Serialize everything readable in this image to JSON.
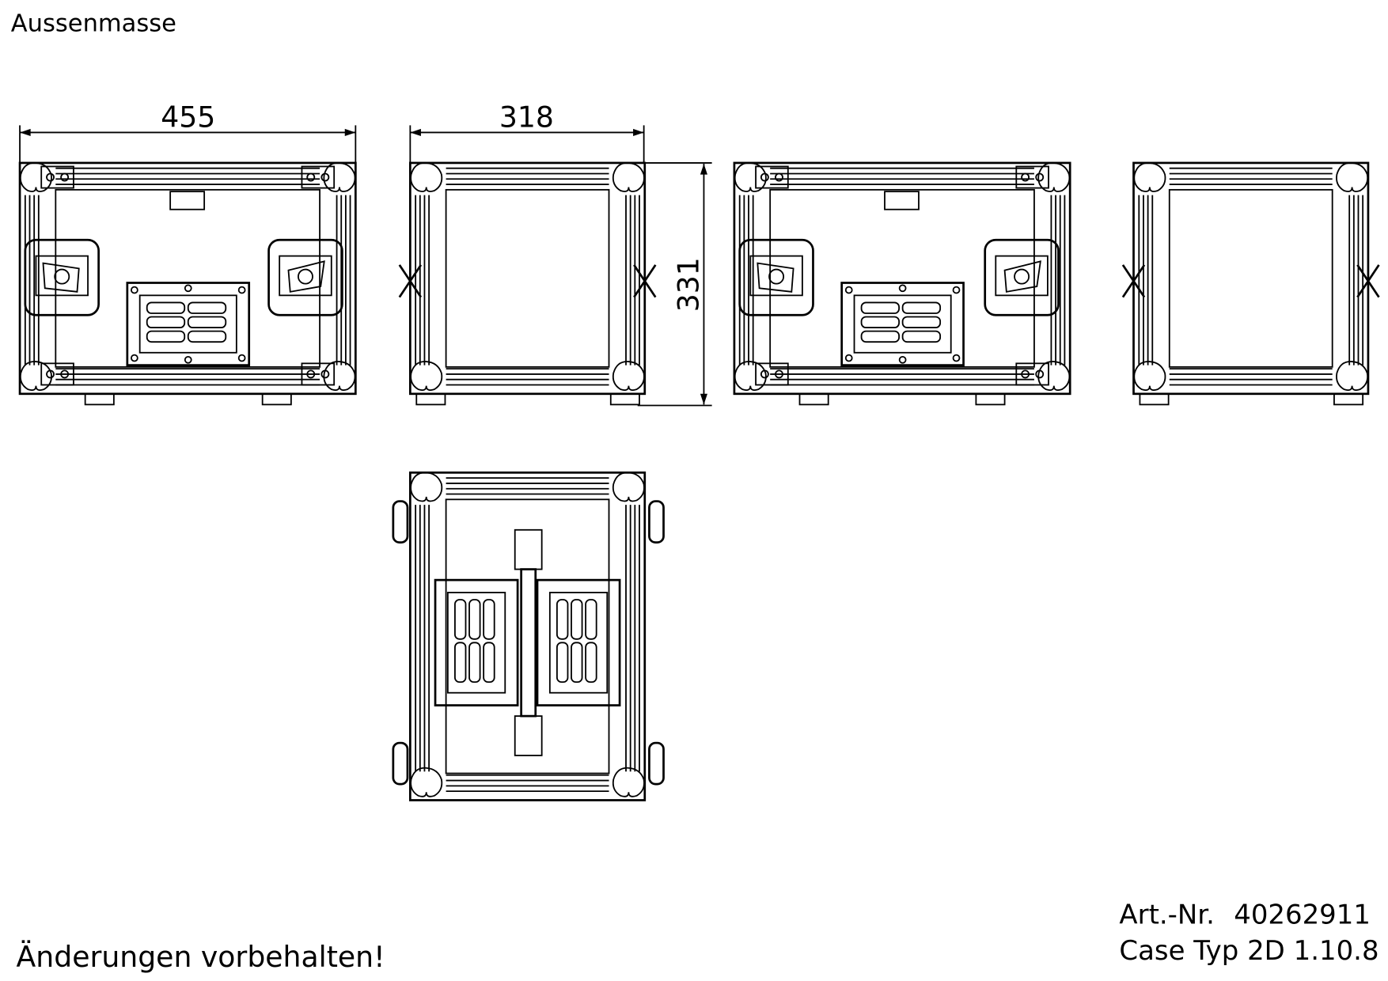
{
  "header": {
    "title": "Aussenmasse"
  },
  "dimensions": {
    "width": "455",
    "depth": "318",
    "height": "331"
  },
  "footer": {
    "disclaimer": "Änderungen vorbehalten!",
    "article_label": "Art.-Nr.",
    "article_number": "40262911",
    "case_type": "Case Typ 2D 1.10.8"
  },
  "colors": {
    "line": "#000000",
    "background": "#ffffff"
  }
}
